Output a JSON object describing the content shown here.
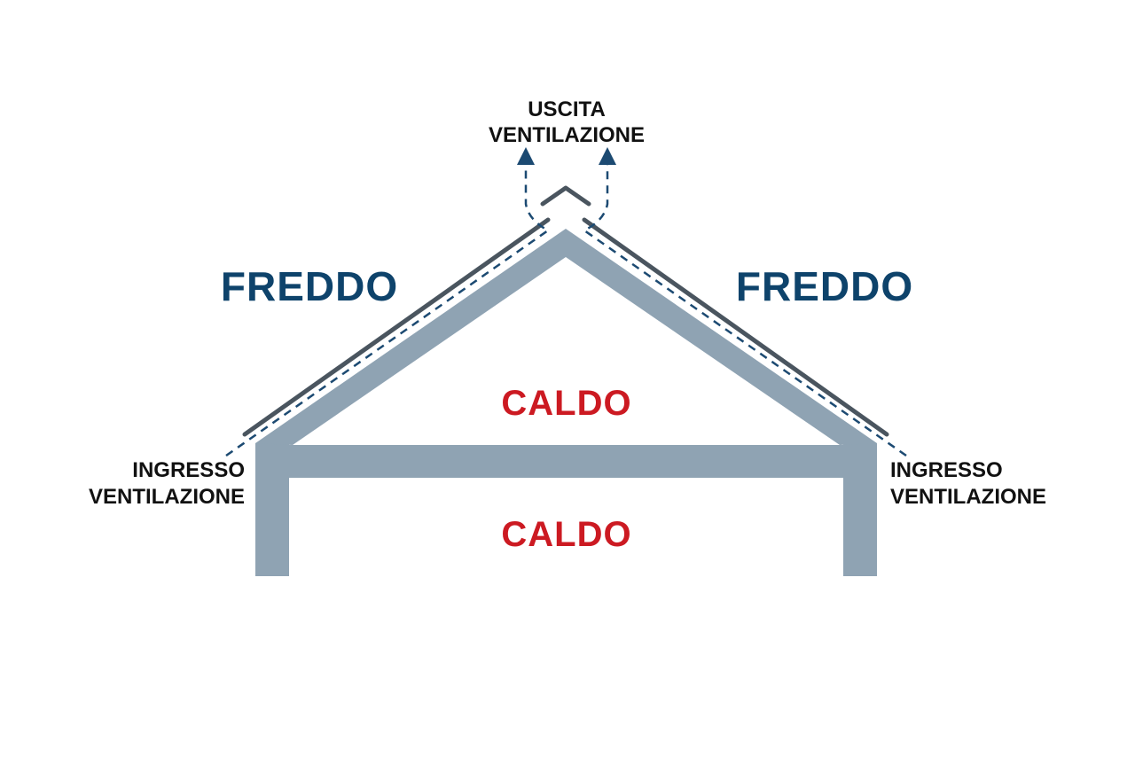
{
  "labels": {
    "exit_line1": "USCITA",
    "exit_line2": "VENTILAZIONE",
    "cold_left": "FREDDO",
    "cold_right": "FREDDO",
    "warm_attic": "CALDO",
    "warm_room": "CALDO",
    "inlet_left_line1": "INGRESSO",
    "inlet_left_line2": "VENTILAZIONE",
    "inlet_right_line1": "INGRESSO",
    "inlet_right_line2": "VENTILAZIONE"
  },
  "colors": {
    "structure": "#8fa3b3",
    "roof_cover": "#4a555f",
    "airflow": "#1c4a72",
    "cold": "#0e436b",
    "warm": "#cc1a22",
    "text": "#111111"
  }
}
